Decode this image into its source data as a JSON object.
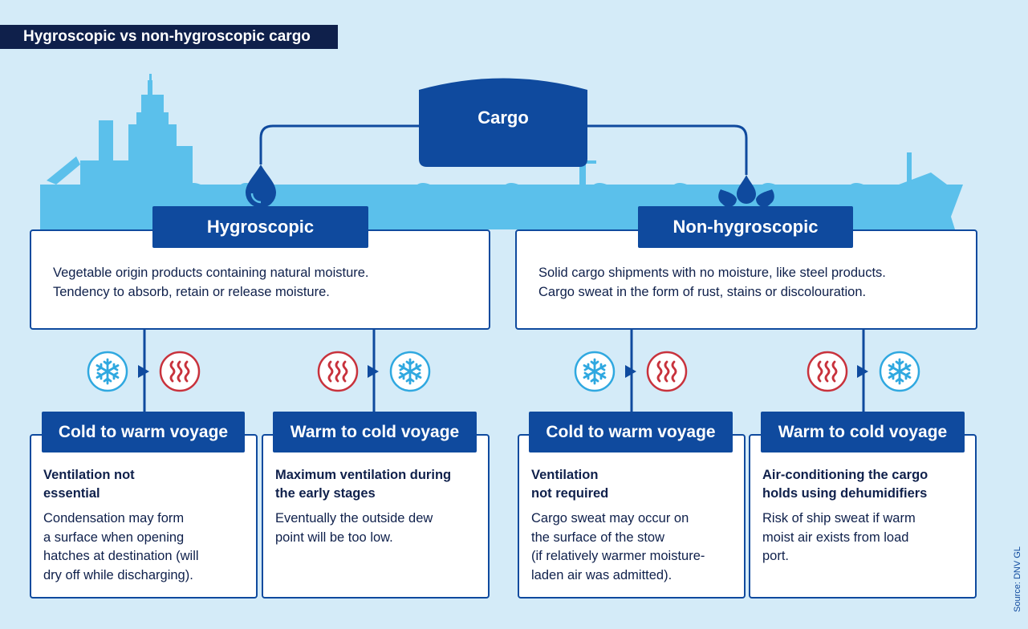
{
  "title": "Hygroscopic vs non-hygroscopic cargo",
  "cargo_label": "Cargo",
  "source": "Source: DNV GL",
  "colors": {
    "navy": "#0f204b",
    "blue": "#0f4a9e",
    "ship": "#5bc0eb",
    "background": "#d4ebf8",
    "heat": "#c8323c",
    "cold": "#2fa8e0"
  },
  "hygroscopic": {
    "label": "Hygroscopic",
    "desc_line1": "Vegetable origin products containing natural moisture.",
    "desc_line2": "Tendency to absorb, retain or release moisture.",
    "icon": "water-drop-icon",
    "cold_to_warm": {
      "label": "Cold to warm voyage",
      "bold1": "Ventilation not",
      "bold2": "essential",
      "text1": "Condensation may form",
      "text2": "a surface when opening",
      "text3": "hatches at destination (will",
      "text4": "dry off while discharging)."
    },
    "warm_to_cold": {
      "label": "Warm to cold voyage",
      "bold1": "Maximum ventilation during",
      "bold2": "the early stages",
      "text1": "Eventually the outside dew",
      "text2": "point will be too low."
    }
  },
  "non_hygroscopic": {
    "label": "Non-hygroscopic",
    "desc_line1": "Solid cargo shipments with no moisture, like steel products.",
    "desc_line2": "Cargo sweat in the form of rust, stains or discolouration.",
    "icon": "splash-drops-icon",
    "cold_to_warm": {
      "label": "Cold to warm voyage",
      "bold1": "Ventilation",
      "bold2": "not required",
      "text1": "Cargo sweat may occur on",
      "text2": "the surface of the stow",
      "text3": "(if relatively warmer moisture-",
      "text4": "laden air was admitted)."
    },
    "warm_to_cold": {
      "label": "Warm to cold voyage",
      "bold1": "Air-conditioning the cargo",
      "bold2": "holds using dehumidifiers",
      "text1": "Risk of ship sweat if warm",
      "text2": "moist air exists from load",
      "text3": "port."
    }
  }
}
